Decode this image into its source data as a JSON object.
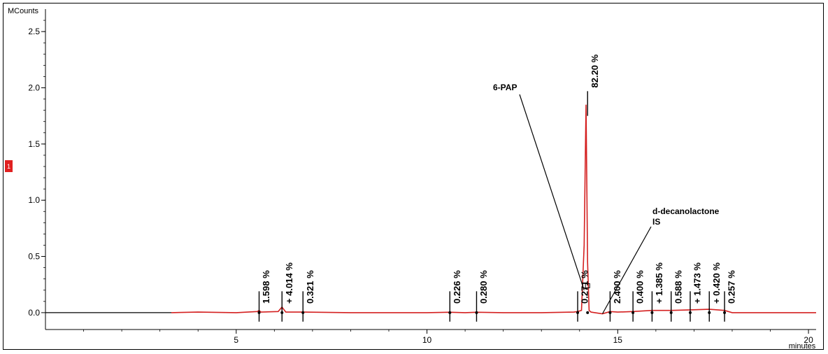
{
  "chart_data": {
    "type": "line",
    "ylabel": "MCounts",
    "xlabel": "minutes",
    "xlim": [
      0,
      20.2
    ],
    "ylim": [
      -0.15,
      2.7
    ],
    "xticks": [
      5,
      10,
      15,
      20
    ],
    "xtick_labels": [
      "5",
      "10",
      "15",
      "20"
    ],
    "yticks": [
      0.0,
      0.5,
      1.0,
      1.5,
      2.0,
      2.5
    ],
    "ytick_labels": [
      "0.0",
      "0.5",
      "1.0",
      "1.5",
      "2.0",
      "2.5"
    ],
    "channel_marker": "1",
    "trace_color": "#d42020",
    "trace_start_x": 3.3,
    "series": [
      {
        "x": [
          0.0,
          3.3,
          4.0,
          5.0,
          5.55,
          5.6,
          5.65,
          6.1,
          6.2,
          6.3,
          6.75,
          8.0,
          10.0,
          10.6,
          11.0,
          11.3,
          12.0,
          13.0,
          13.85,
          13.95,
          14.05,
          14.12,
          14.17,
          14.21,
          14.25,
          14.3,
          14.4,
          14.6,
          14.8,
          15.0,
          15.4,
          15.9,
          16.4,
          16.9,
          17.4,
          17.8,
          18.0,
          20.2
        ],
        "y": [
          0.0,
          0.0,
          0.005,
          0.0,
          0.01,
          0.02,
          0.005,
          0.01,
          0.05,
          0.005,
          0.005,
          0.0,
          0.0,
          0.004,
          0.0,
          0.004,
          0.0,
          0.0,
          0.005,
          0.01,
          0.02,
          0.6,
          1.85,
          0.45,
          0.02,
          0.005,
          0.0,
          -0.01,
          0.01,
          0.005,
          0.01,
          0.02,
          0.02,
          0.025,
          0.03,
          0.02,
          0.0,
          0.0
        ]
      }
    ],
    "peaks": [
      {
        "x": 5.6,
        "label": "1.598 %"
      },
      {
        "x": 6.2,
        "label": "+ 4.014 %"
      },
      {
        "x": 6.75,
        "label": "0.321 %"
      },
      {
        "x": 10.6,
        "label": "0.226 %"
      },
      {
        "x": 11.3,
        "label": "0.280 %"
      },
      {
        "x": 13.95,
        "label": "0.271 %"
      },
      {
        "x": 14.21,
        "label": "82.20 %"
      },
      {
        "x": 14.8,
        "label": "2.400 %"
      },
      {
        "x": 15.4,
        "label": "0.400 %"
      },
      {
        "x": 15.9,
        "label": "+ 1.385 %"
      },
      {
        "x": 16.4,
        "label": "0.588 %"
      },
      {
        "x": 16.9,
        "label": "+ 1.473 %"
      },
      {
        "x": 17.4,
        "label": "+ 0.420 %"
      },
      {
        "x": 17.8,
        "label": "0.257 %"
      }
    ],
    "annotations": [
      {
        "lines": [
          "6-PAP"
        ],
        "target_x": 14.12,
        "target_y": 0.2
      },
      {
        "lines": [
          "d-decanolactone",
          "IS"
        ],
        "target_x": 14.6,
        "target_y": -0.01
      }
    ]
  }
}
